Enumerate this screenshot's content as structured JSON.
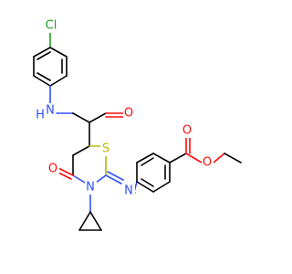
{
  "molecule": {
    "atom_labels": {
      "cl": "Cl",
      "amide_n": "N",
      "amide_h": "H",
      "amide_o": "O",
      "ring_s": "S",
      "ring_n": "N",
      "ring_o": "O",
      "imine_n": "N",
      "ester_o_carbonyl": "O",
      "ester_o_ether": "O"
    },
    "colors": {
      "carbon": "#000000",
      "nitrogen": "#3050F8",
      "oxygen": "#FF0D0D",
      "sulfur": "#B8B800",
      "chlorine": "#1FA01F"
    }
  }
}
